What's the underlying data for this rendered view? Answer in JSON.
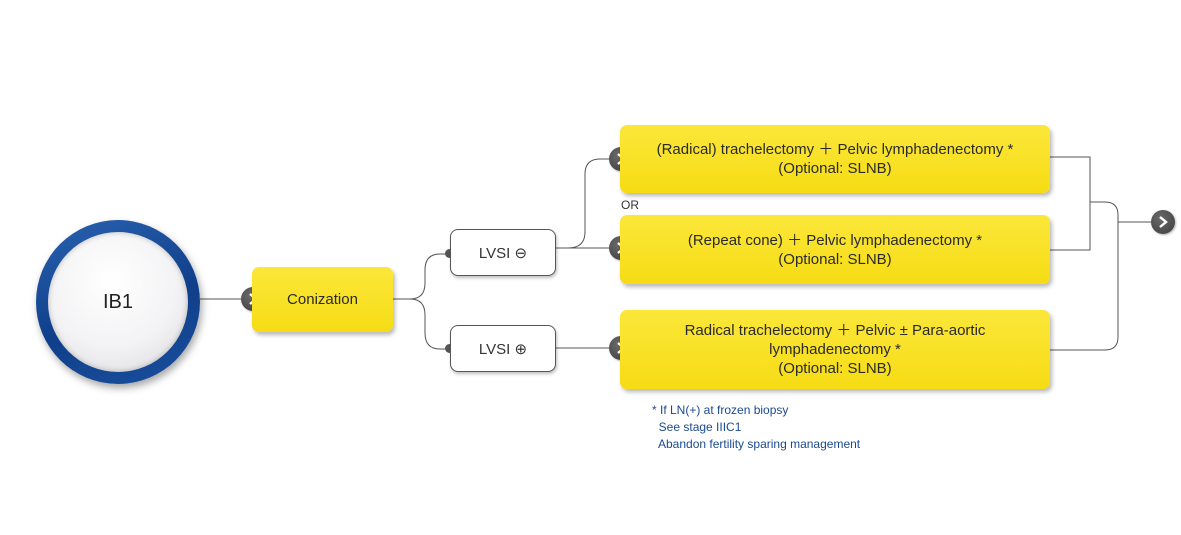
{
  "stage_node": {
    "label": "IB1"
  },
  "conization_node": {
    "label": "Conization"
  },
  "lvsi_negative": {
    "label": "LVSI ⊖"
  },
  "lvsi_positive": {
    "label": "LVSI ⊕"
  },
  "option_trachelectomy": {
    "line1": "(Radical) trachelectomy ＋ Pelvic lymphadenectomy *",
    "line2": "(Optional: SLNB)"
  },
  "or_label": "OR",
  "option_repeat_cone": {
    "line1": "(Repeat cone) ＋ Pelvic lymphadenectomy *",
    "line2": "(Optional: SLNB)"
  },
  "option_radical": {
    "line1": "Radical trachelectomy ＋ Pelvic ± Para-aortic",
    "line2": "lymphadenectomy *",
    "line3": "(Optional: SLNB)"
  },
  "footnote": {
    "line1": "* If LN(+) at frozen biopsy",
    "line2": "  See stage IIIC1",
    "line3": "  Abandon fertility sparing management"
  },
  "colors": {
    "box_fill": "#f6dc14",
    "circle_ring": "#0f3f8a",
    "footnote_text": "#1a4a8e",
    "connector": "#555555"
  },
  "icons": [
    "chevron-right-icon"
  ]
}
